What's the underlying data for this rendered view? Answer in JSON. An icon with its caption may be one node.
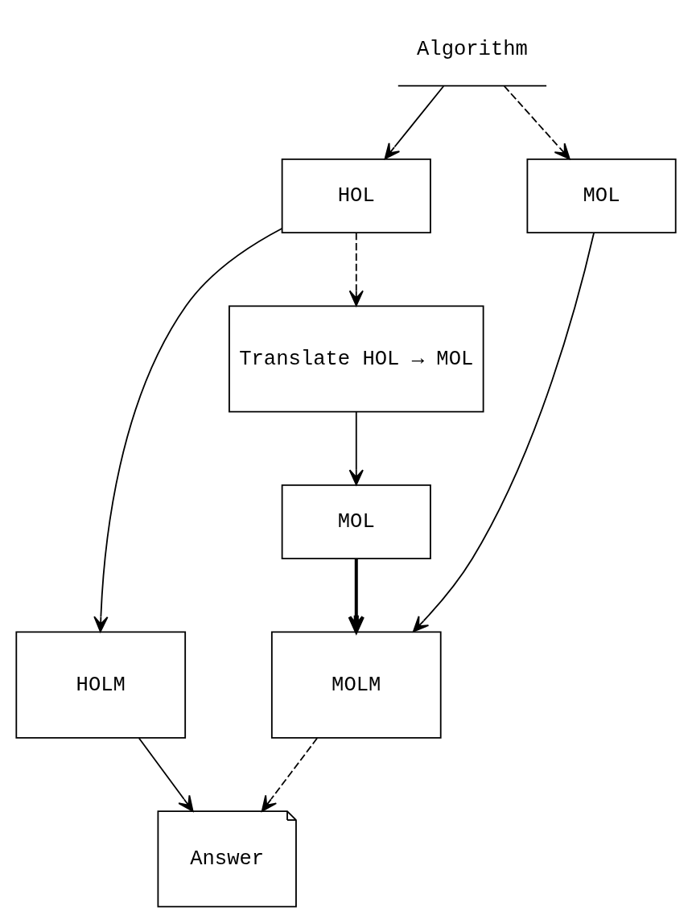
{
  "diagram": {
    "nodes": [
      {
        "text": [
          "Algorithm"
        ]
      },
      {
        "text": [
          "HOL"
        ]
      },
      {
        "text": [
          "MOL"
        ]
      },
      {
        "text": [
          "Translate HOL → MOL"
        ]
      },
      {
        "text": [
          "MOL"
        ]
      },
      {
        "text": [
          "HOLM"
        ]
      },
      {
        "text": [
          "MOLM"
        ]
      },
      {
        "text": [
          "Answer"
        ]
      }
    ],
    "edges": [
      {
        "from": 0,
        "to": 1,
        "arrow": "to"
      },
      {
        "from": 0,
        "to": 2,
        "arrow": "to",
        "style": "dashed"
      },
      {
        "from": 1,
        "to": 5,
        "arrow": "to"
      },
      {
        "from": 1,
        "to": 3,
        "arrow": "to",
        "style": "dashed"
      },
      {
        "from": 3,
        "to": 4,
        "arrow": "to"
      },
      {
        "from": 4,
        "to": 6,
        "arrow": "to",
        "style": "thick"
      },
      {
        "from": 2,
        "to": 6,
        "arrow": "to"
      },
      {
        "from": 5,
        "to": 7,
        "arrow": "to"
      },
      {
        "from": 6,
        "to": 7,
        "arrow": "to",
        "style": "dashed"
      }
    ]
  }
}
